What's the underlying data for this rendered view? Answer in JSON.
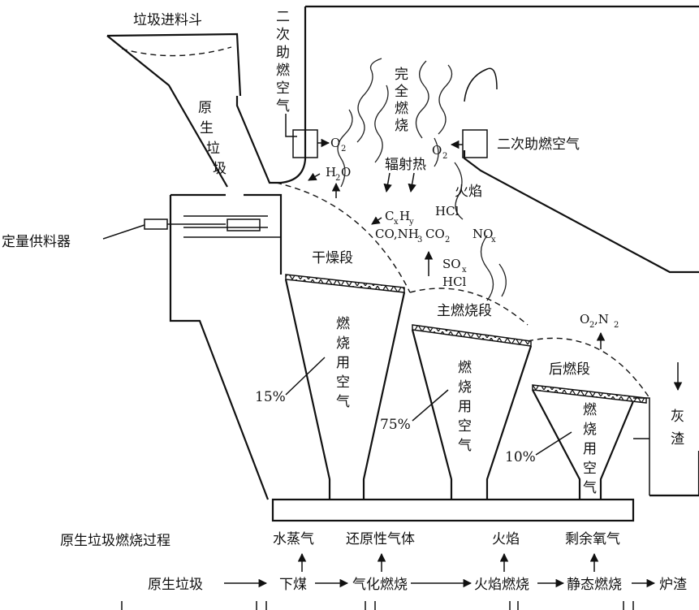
{
  "labels": {
    "hopper": "垃圾进料斗",
    "raw_waste_in_hopper": [
      "原",
      "生",
      "垃",
      "圾"
    ],
    "secondary_air_left": [
      "二",
      "次",
      "助",
      "燃",
      "空",
      "气"
    ],
    "secondary_air_right": "二次助燃空气",
    "complete_combustion": [
      "完",
      "全",
      "燃",
      "烧"
    ],
    "radiant_heat": "辐射热",
    "flame": "火焰",
    "feeder": "定量供料器",
    "drying_stage": "干燥段",
    "main_stage": "主燃烧段",
    "post_stage": "后燃段",
    "combustion_air": [
      "燃",
      "烧",
      "用",
      "空",
      "气"
    ],
    "ash": [
      "灰",
      "渣"
    ],
    "air_pct_drying": "15%",
    "air_pct_main": "75%",
    "air_pct_post": "10%"
  },
  "chemicals": {
    "o2": "O",
    "o2_sub": "2",
    "h2o_h": "H",
    "h2o_sub": "2",
    "h2o_o": "O",
    "cxhy_c": "C",
    "cxhy_x": "x",
    "cxhy_h": "H",
    "cxhy_y": "y",
    "co": "CO,NH",
    "nh3_sub": "3",
    "co2": "CO",
    "co2_sub": "2",
    "nox": "NO",
    "nox_sub": "x",
    "hcl": "HCl",
    "sox": "SO",
    "sox_sub": "x",
    "o2n2_a": "O",
    "o2n2_sub1": "2",
    "o2n2_b": ",N",
    "o2n2_sub2": "2"
  },
  "process": {
    "title": "原生垃圾燃烧过程",
    "upper": [
      "水蒸气",
      "还原性气体",
      "火焰",
      "剩余氧气"
    ],
    "flow": [
      "原生垃圾",
      "下煤",
      "气化燃烧",
      "火焰燃烧",
      "静态燃烧",
      "炉渣"
    ]
  }
}
